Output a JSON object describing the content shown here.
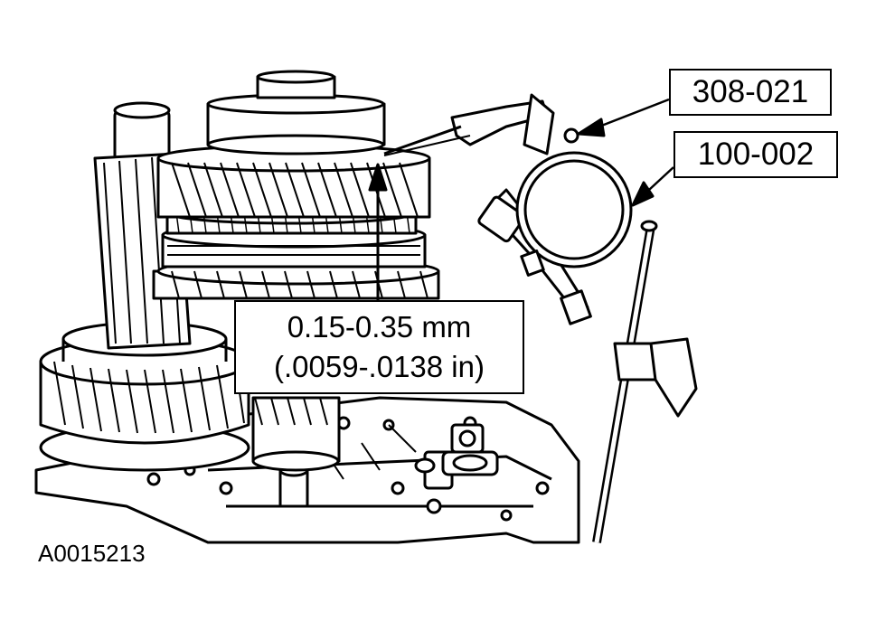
{
  "labels": {
    "tool_1": "308-021",
    "tool_2": "100-002",
    "spec_metric": "0.15-0.35 mm",
    "spec_imperial": "(.0059-.0138 in)",
    "figure_id": "A0015213"
  }
}
